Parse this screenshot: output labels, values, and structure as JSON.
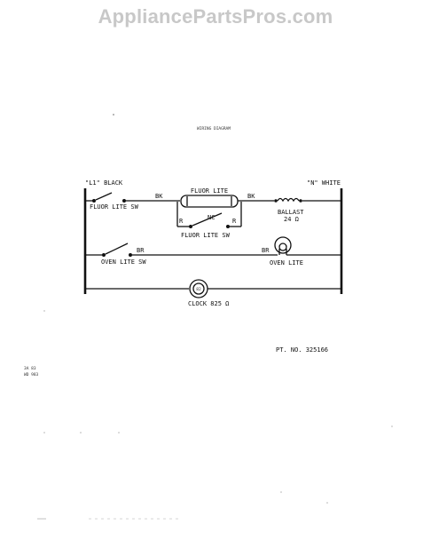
{
  "watermark": "AppliancePartsPros.com",
  "diagram": {
    "title": "WIRING DIAGRAM",
    "left_line": "\"L1\" BLACK",
    "right_line": "\"N\" WHITE",
    "fluor_lite_sw_left": "FLUOR LITE SW",
    "wire_bk_1": "BK",
    "fluor_lite": "FLUOR LITE",
    "wire_bk_2": "BK",
    "ballast": "BALLAST",
    "ballast_ohms": "24 Ω",
    "r_left": "R",
    "r_right": "R",
    "nc": "NC",
    "fluor_lite_sw_bottom": "FLUOR LITE SW",
    "oven_lite_sw": "OVEN LITE SW",
    "wire_br_1": "BR",
    "wire_br_2": "BR",
    "oven_lite": "OVEN LITE",
    "clock_symbol": "82",
    "clock": "CLOCK 825 Ω",
    "part_no": "PT. NO. 325166",
    "side_code_1": "3A 83",
    "side_code_2": "WD 983"
  },
  "colors": {
    "ink": "#111111",
    "watermark": "#c8c8c8"
  }
}
